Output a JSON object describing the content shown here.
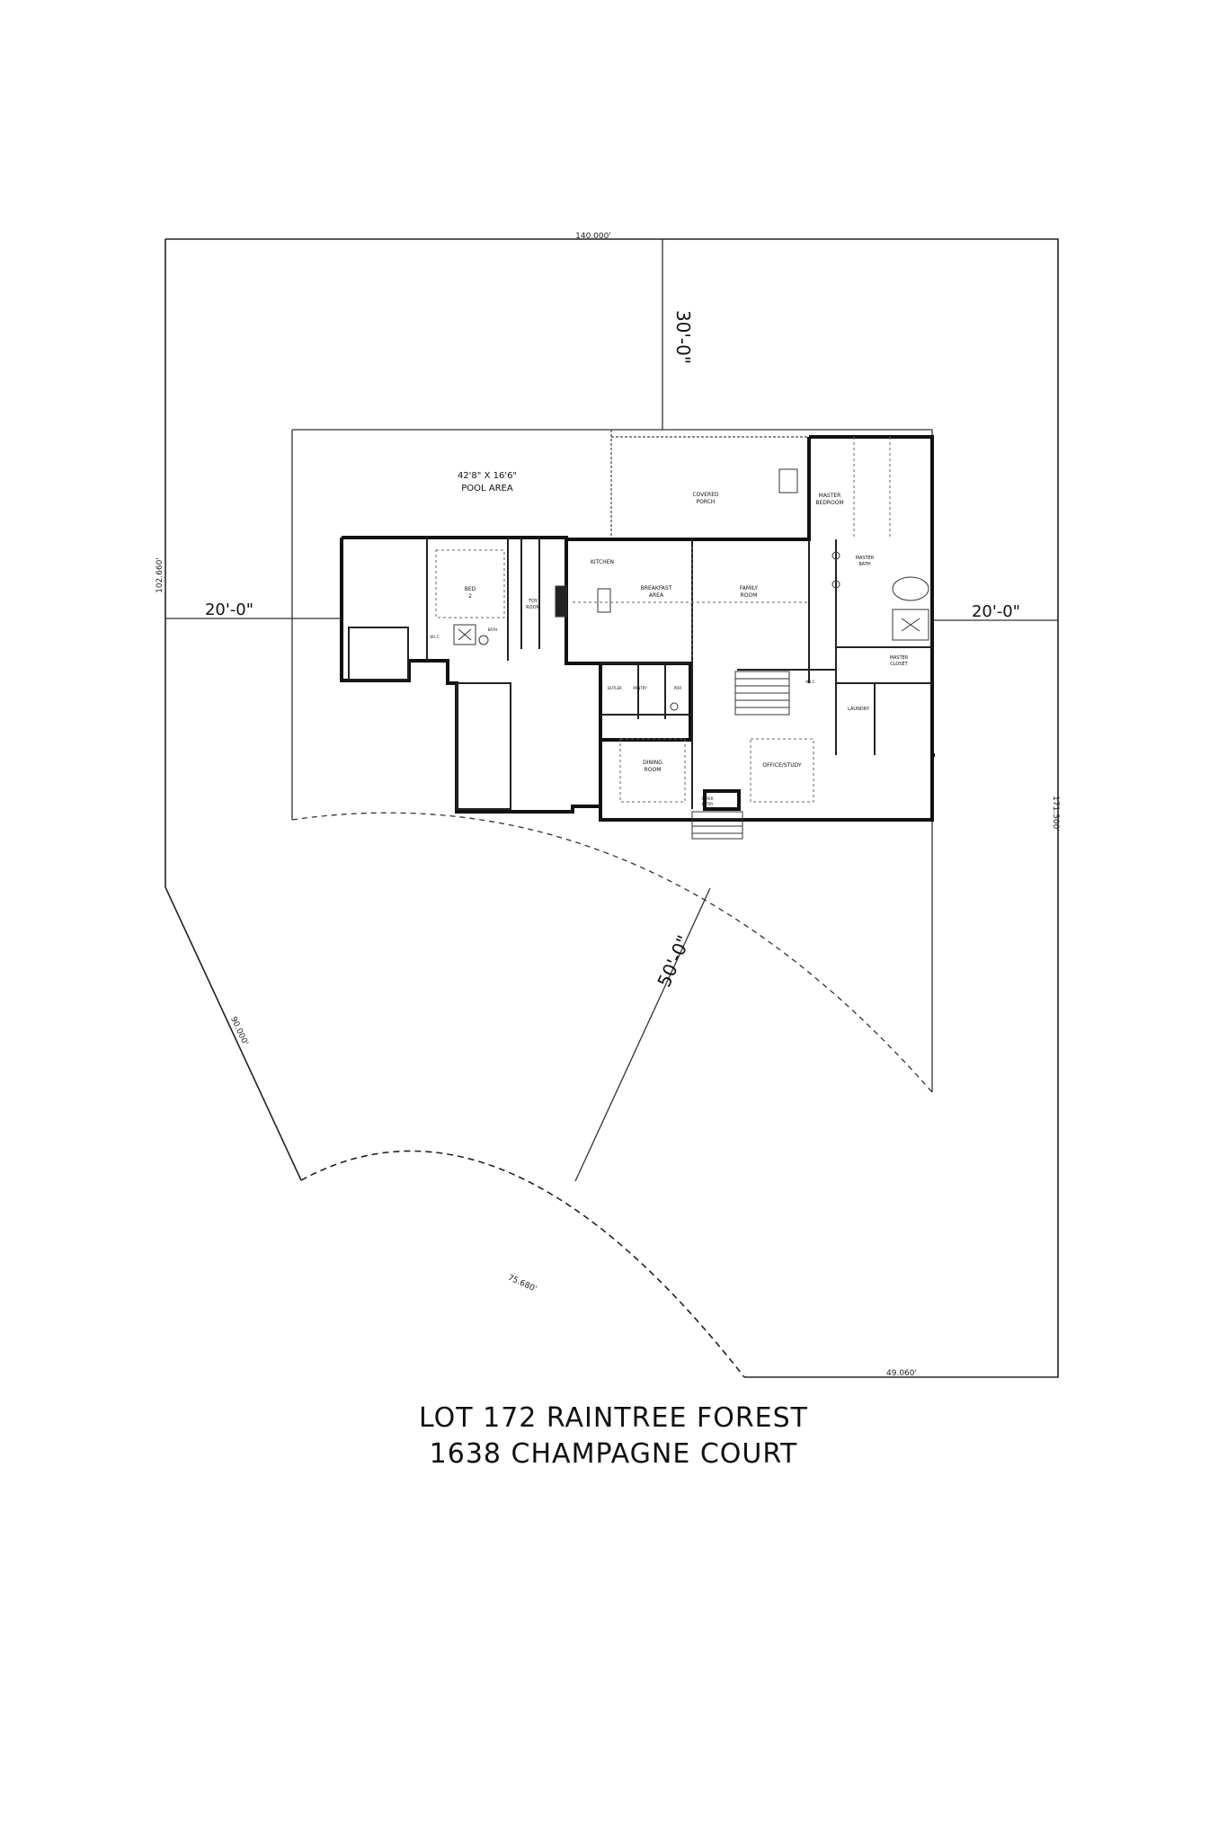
{
  "lot": {
    "dim_top": "140.000'",
    "dim_left": "102.660'",
    "dim_right": "171.500'",
    "dim_southwest": "90.000'",
    "dim_arc": "75.680'",
    "dim_bottom": "49.060'"
  },
  "setbacks": {
    "rear": "30'-0\"",
    "left_side": "20'-0\"",
    "right_side": "20'-0\"",
    "front": "50'-0\""
  },
  "pool": {
    "size": "42'8\" X 16'6\"",
    "label": "POOL AREA"
  },
  "rooms": {
    "covered_porch_1": "COVERED",
    "covered_porch_2": "PORCH",
    "master_bedroom_1": "MASTER",
    "master_bedroom_2": "BEDROOM",
    "master_bath_1": "MASTER",
    "master_bath_2": "BATH",
    "master_closet_1": "MASTER",
    "master_closet_2": "CLOSET",
    "laundry": "LAUNDRY",
    "kitchen": "KITCHEN",
    "breakfast_1": "BREAKFAST",
    "breakfast_2": "AREA",
    "family_1": "FAMILY",
    "family_2": "ROOM",
    "bed_1": "BED",
    "bed_2": "2",
    "toy_room_1": "TOY",
    "toy_room_2": "ROOM",
    "bath_label": "BATH",
    "wic_label": "W.I.C.",
    "butler": "BUTLER",
    "pantry": "PANTRY",
    "powder": "PDR",
    "dining_1": "DINING",
    "dining_2": "ROOM",
    "office": "OFFICE/STUDY",
    "entry_1": "FOYER",
    "entry_2": "ENTRY",
    "wic_2": "W.I.C."
  },
  "title": {
    "line1": "LOT 172 RAINTREE FOREST",
    "line2": "1638 CHAMPAGNE COURT"
  }
}
